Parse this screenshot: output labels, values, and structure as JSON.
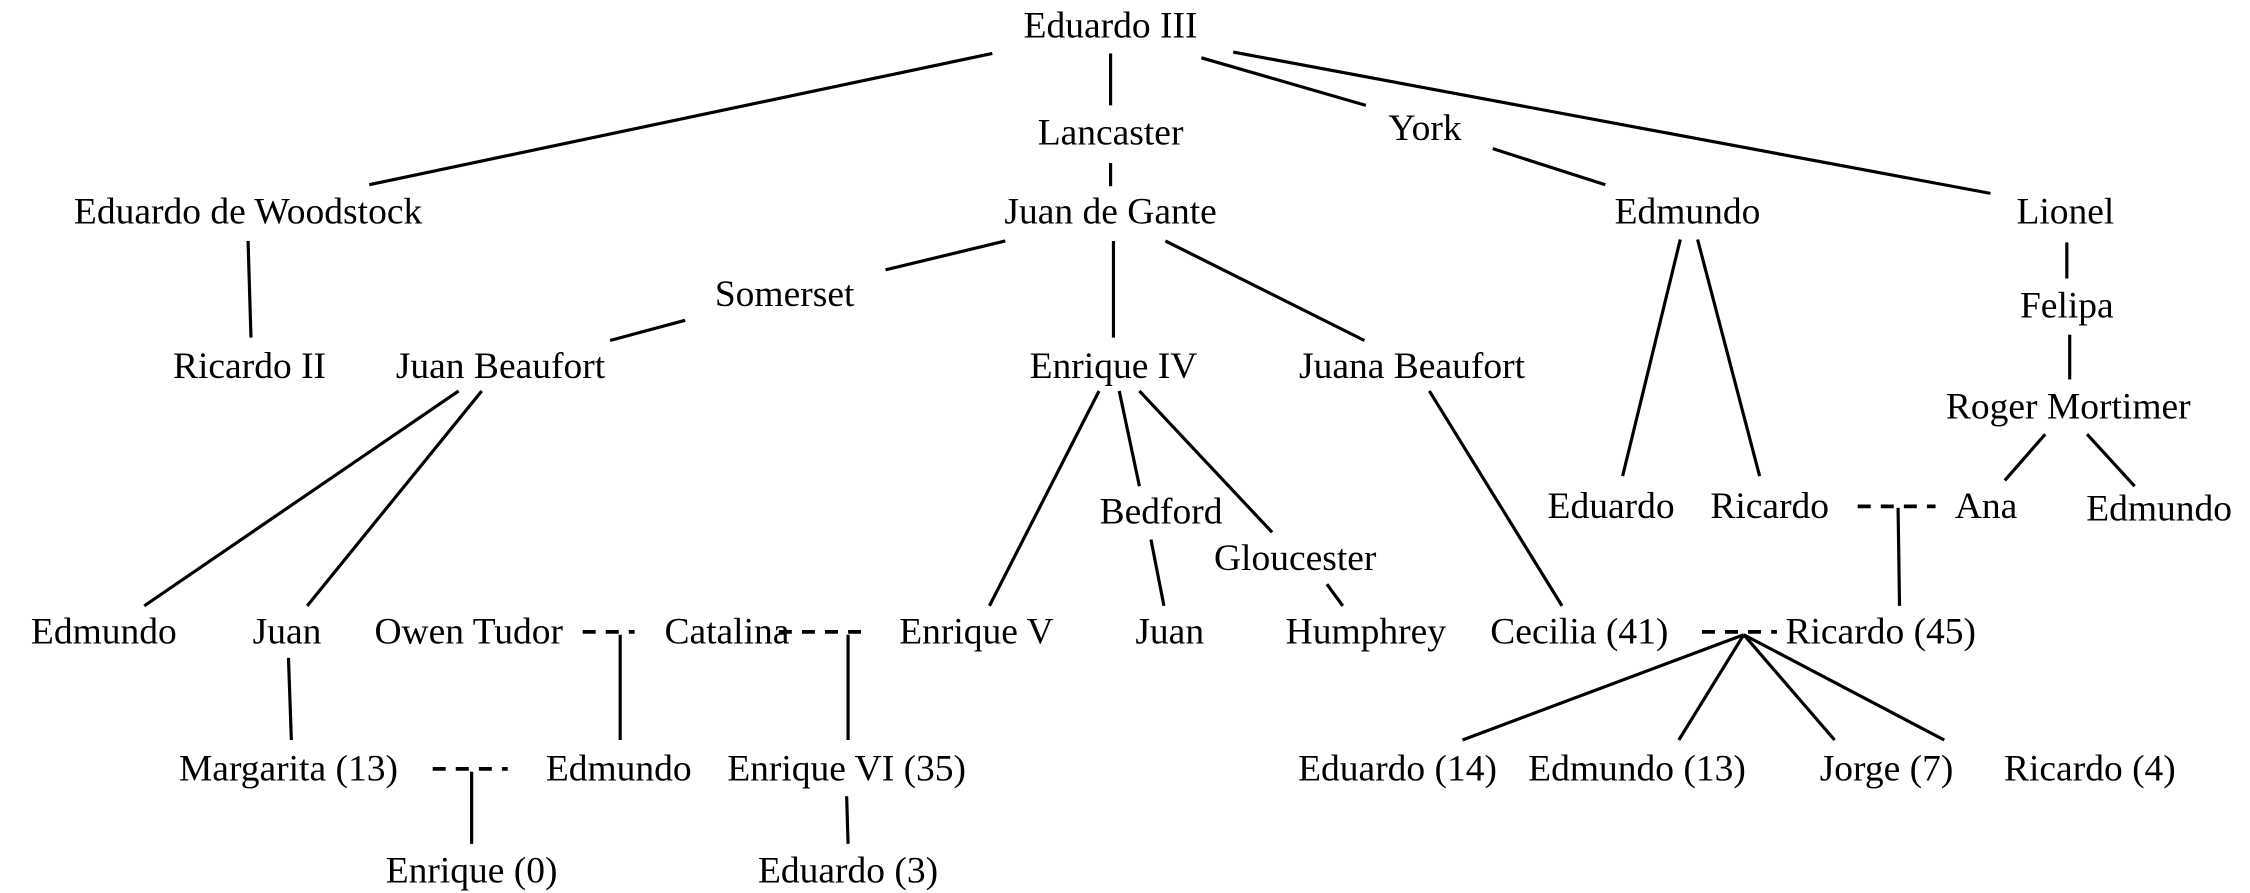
{
  "nodes": {
    "eduardo_iii": "Eduardo III",
    "lancaster": "Lancaster",
    "york": "York",
    "eduardo_woodstock": "Eduardo de Woodstock",
    "juan_de_gante": "Juan de Gante",
    "edmundo_york": "Edmundo",
    "lionel": "Lionel",
    "somerset": "Somerset",
    "felipa": "Felipa",
    "ricardo_ii": "Ricardo II",
    "juan_beaufort": "Juan Beaufort",
    "enrique_iv": "Enrique IV",
    "juana_beaufort": "Juana Beaufort",
    "roger_mortimer": "Roger Mortimer",
    "eduardo_son_edmundo": "Eduardo",
    "ricardo_son_edmundo": "Ricardo",
    "ana": "Ana",
    "edmundo_mortimer": "Edmundo",
    "bedford": "Bedford",
    "gloucester": "Gloucester",
    "edmundo_beaufort": "Edmundo",
    "juan_son_beaufort": "Juan",
    "owen_tudor": "Owen Tudor",
    "catalina": "Catalina",
    "enrique_v": "Enrique V",
    "juan_bedford": "Juan",
    "humphrey": "Humphrey",
    "cecilia": "Cecilia (41)",
    "ricardo_45": "Ricardo (45)",
    "margarita": "Margarita (13)",
    "edmundo_tudor": "Edmundo",
    "enrique_vi": "Enrique VI (35)",
    "eduardo_14": "Eduardo (14)",
    "edmundo_13": "Edmundo (13)",
    "jorge_7": "Jorge (7)",
    "ricardo_4": "Ricardo (4)",
    "enrique_0": "Enrique (0)",
    "eduardo_3": "Eduardo (3)"
  }
}
